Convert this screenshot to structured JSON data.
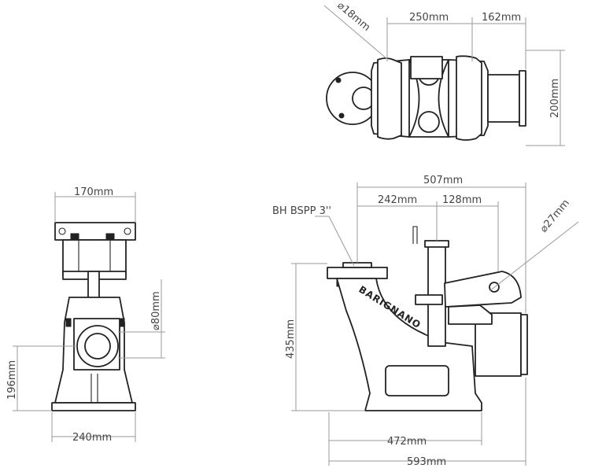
{
  "top_view": {
    "dim_diameter_18": "⌀18mm",
    "dim_250": "250mm",
    "dim_162": "162mm",
    "dim_200": "200mm"
  },
  "front_view": {
    "dim_170": "170mm",
    "dim_diameter_80": "⌀80mm",
    "dim_196": "196mm",
    "dim_240": "240mm"
  },
  "side_view": {
    "dim_507": "507mm",
    "dim_242": "242mm",
    "dim_128": "128mm",
    "dim_diameter_27": "⌀27mm",
    "label_bh_bspp": "BH BSPP 3''",
    "dim_435": "435mm",
    "dim_472": "472mm",
    "dim_593": "593mm",
    "brand_text": "BARIGNANO"
  }
}
